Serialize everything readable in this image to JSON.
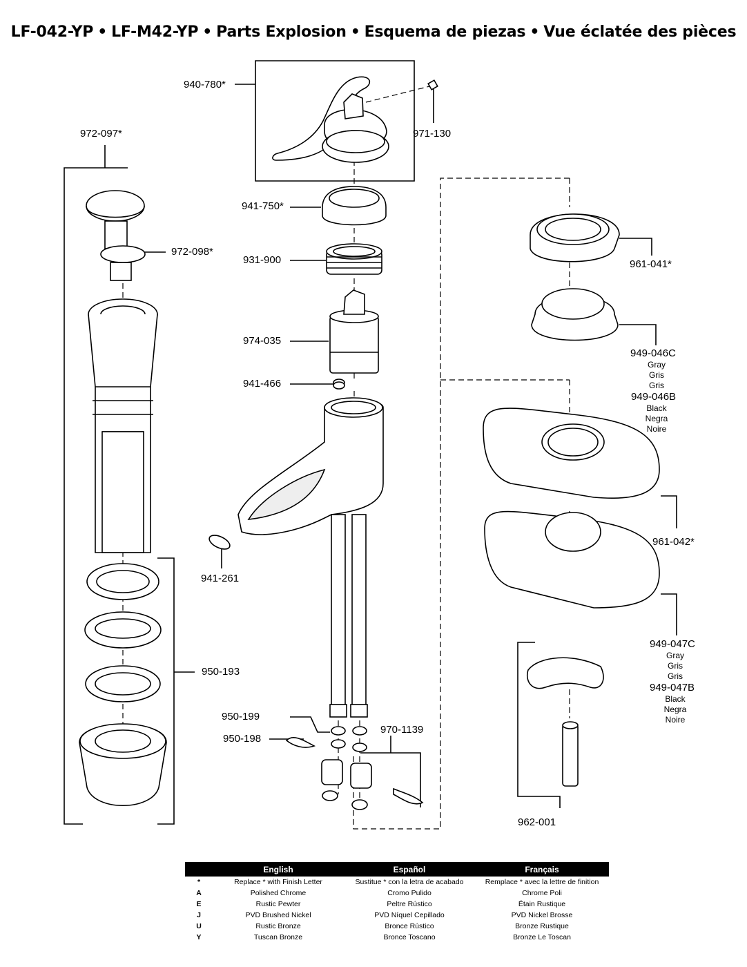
{
  "title": {
    "model1": "LF-042-YP",
    "model2": "LF-M42-YP",
    "en": "Parts Explosion",
    "es": "Esquema de piezas",
    "fr": "Vue éclatée des pièces",
    "bullet": "•"
  },
  "parts": {
    "p940_780": "940-780*",
    "p971_130": "971-130",
    "p972_097": "972-097*",
    "p941_750": "941-750*",
    "p972_098": "972-098*",
    "p931_900": "931-900",
    "p961_041": "961-041*",
    "p974_035": "974-035",
    "p949_046C": "949-046C",
    "p949_046B": "949-046B",
    "p941_466": "941-466",
    "p961_042": "961-042*",
    "p941_261": "941-261",
    "p950_193": "950-193",
    "p949_047C": "949-047C",
    "p949_047B": "949-047B",
    "p950_199": "950-199",
    "p970_1139": "970-1139",
    "p950_198": "950-198",
    "p962_001": "962-001"
  },
  "colors": {
    "gray_en": "Gray",
    "gray_es": "Gris",
    "gray_fr": "Gris",
    "black_en": "Black",
    "black_es": "Negra",
    "black_fr": "Noire"
  },
  "legend": {
    "headers": [
      "English",
      "Español",
      "Français"
    ],
    "rows": [
      {
        "code": "*",
        "en": "Replace * with Finish Letter",
        "es": "Sustitue * con la letra de acabado",
        "fr": "Remplace * avec la lettre de finition"
      },
      {
        "code": "A",
        "en": "Polished Chrome",
        "es": "Cromo Pulido",
        "fr": "Chrome Poli"
      },
      {
        "code": "E",
        "en": "Rustic Pewter",
        "es": "Peltre Rústico",
        "fr": "Étain Rustique"
      },
      {
        "code": "J",
        "en": "PVD Brushed Nickel",
        "es": "PVD Níquel Cepillado",
        "fr": "PVD Nickel Brosse"
      },
      {
        "code": "U",
        "en": "Rustic Bronze",
        "es": "Bronce Rústico",
        "fr": "Bronze Rustique"
      },
      {
        "code": "Y",
        "en": "Tuscan Bronze",
        "es": "Bronce Toscano",
        "fr": "Bronze Le Toscan"
      }
    ]
  }
}
